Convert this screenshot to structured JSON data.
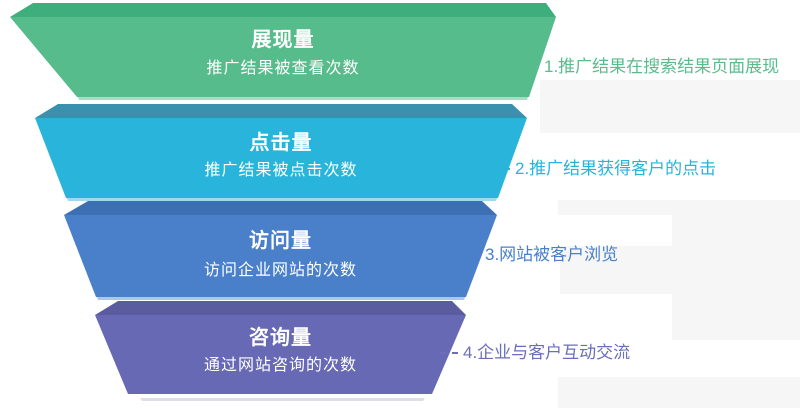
{
  "diagram": {
    "type": "funnel",
    "background_color": "#ffffff",
    "tiers": [
      {
        "title": "展现量",
        "subtitle": "推广结果被查看次数",
        "front_color": "#56bc8b",
        "top_color": "#3fae7d",
        "bevel_color": "#a7dcc5"
      },
      {
        "title": "点击量",
        "subtitle": "推广结果被点击次数",
        "front_color": "#29b5db",
        "top_color": "#3991af",
        "bevel_color": "#9adcec"
      },
      {
        "title": "访问量",
        "subtitle": "访问企业网站的次数",
        "front_color": "#4a80ca",
        "top_color": "#3d6fb3",
        "bevel_color": "#acc8e9"
      },
      {
        "title": "咨询量",
        "subtitle": "通过网站咨询的次数",
        "front_color": "#6769b4",
        "top_color": "#5a5c9f",
        "bevel_color": "#dedee8"
      }
    ],
    "annotations": [
      {
        "label": "1.推广结果在搜索结果页面展现",
        "color": "#58bc8d"
      },
      {
        "label": "2.推广结果获得客户的点击",
        "color": "#29b3da"
      },
      {
        "label": "3.网站被客户浏览",
        "color": "#4a80c8"
      },
      {
        "label": "4.企业与客户互动交流",
        "color": "#6b6eb8"
      }
    ]
  }
}
